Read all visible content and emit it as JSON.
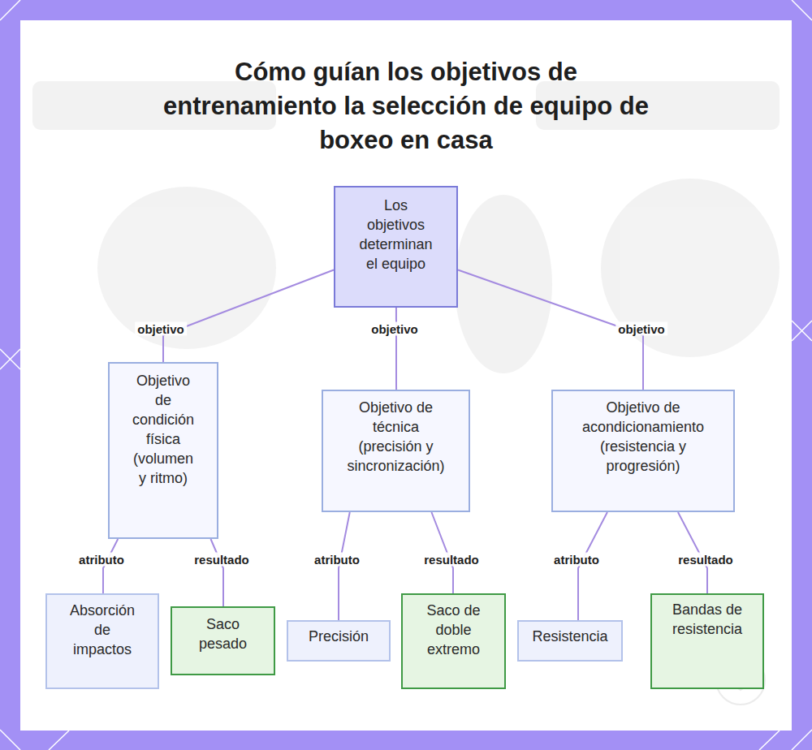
{
  "diagram": {
    "title": "Cómo guían los objetivos de entrenamiento la selección de equipo de boxeo en casa",
    "nodes": [
      {
        "text": [
          "Los objetivos determinan el equipo"
        ]
      },
      {
        "text": [
          "Objetivo de condición física (volumen y ritmo)"
        ]
      },
      {
        "text": [
          "Objetivo de técnica (precisión y sincronización)"
        ]
      },
      {
        "text": [
          "Objetivo de acondicionamiento (resistencia y progresión)"
        ]
      },
      {
        "text": [
          "Absorción de impactos"
        ]
      },
      {
        "text": [
          "Saco pesado"
        ]
      },
      {
        "text": [
          "Precisión"
        ]
      },
      {
        "text": [
          "Saco de doble extremo"
        ]
      },
      {
        "text": [
          "Resistencia"
        ]
      },
      {
        "text": [
          "Bandas de resistencia"
        ]
      }
    ],
    "edges": [
      {
        "from": 0,
        "to": 1,
        "label": "objetivo",
        "arrow": "none"
      },
      {
        "from": 0,
        "to": 2,
        "label": "objetivo",
        "arrow": "none"
      },
      {
        "from": 0,
        "to": 3,
        "label": "objetivo",
        "arrow": "none"
      },
      {
        "from": 1,
        "to": 4,
        "label": "atributo",
        "arrow": "none"
      },
      {
        "from": 1,
        "to": 5,
        "label": "resultado",
        "arrow": "none"
      },
      {
        "from": 2,
        "to": 6,
        "label": "atributo",
        "arrow": "none"
      },
      {
        "from": 2,
        "to": 7,
        "label": "resultado",
        "arrow": "none"
      },
      {
        "from": 3,
        "to": 8,
        "label": "atributo",
        "arrow": "none"
      },
      {
        "from": 3,
        "to": 9,
        "label": "resultado",
        "arrow": "none"
      }
    ]
  }
}
